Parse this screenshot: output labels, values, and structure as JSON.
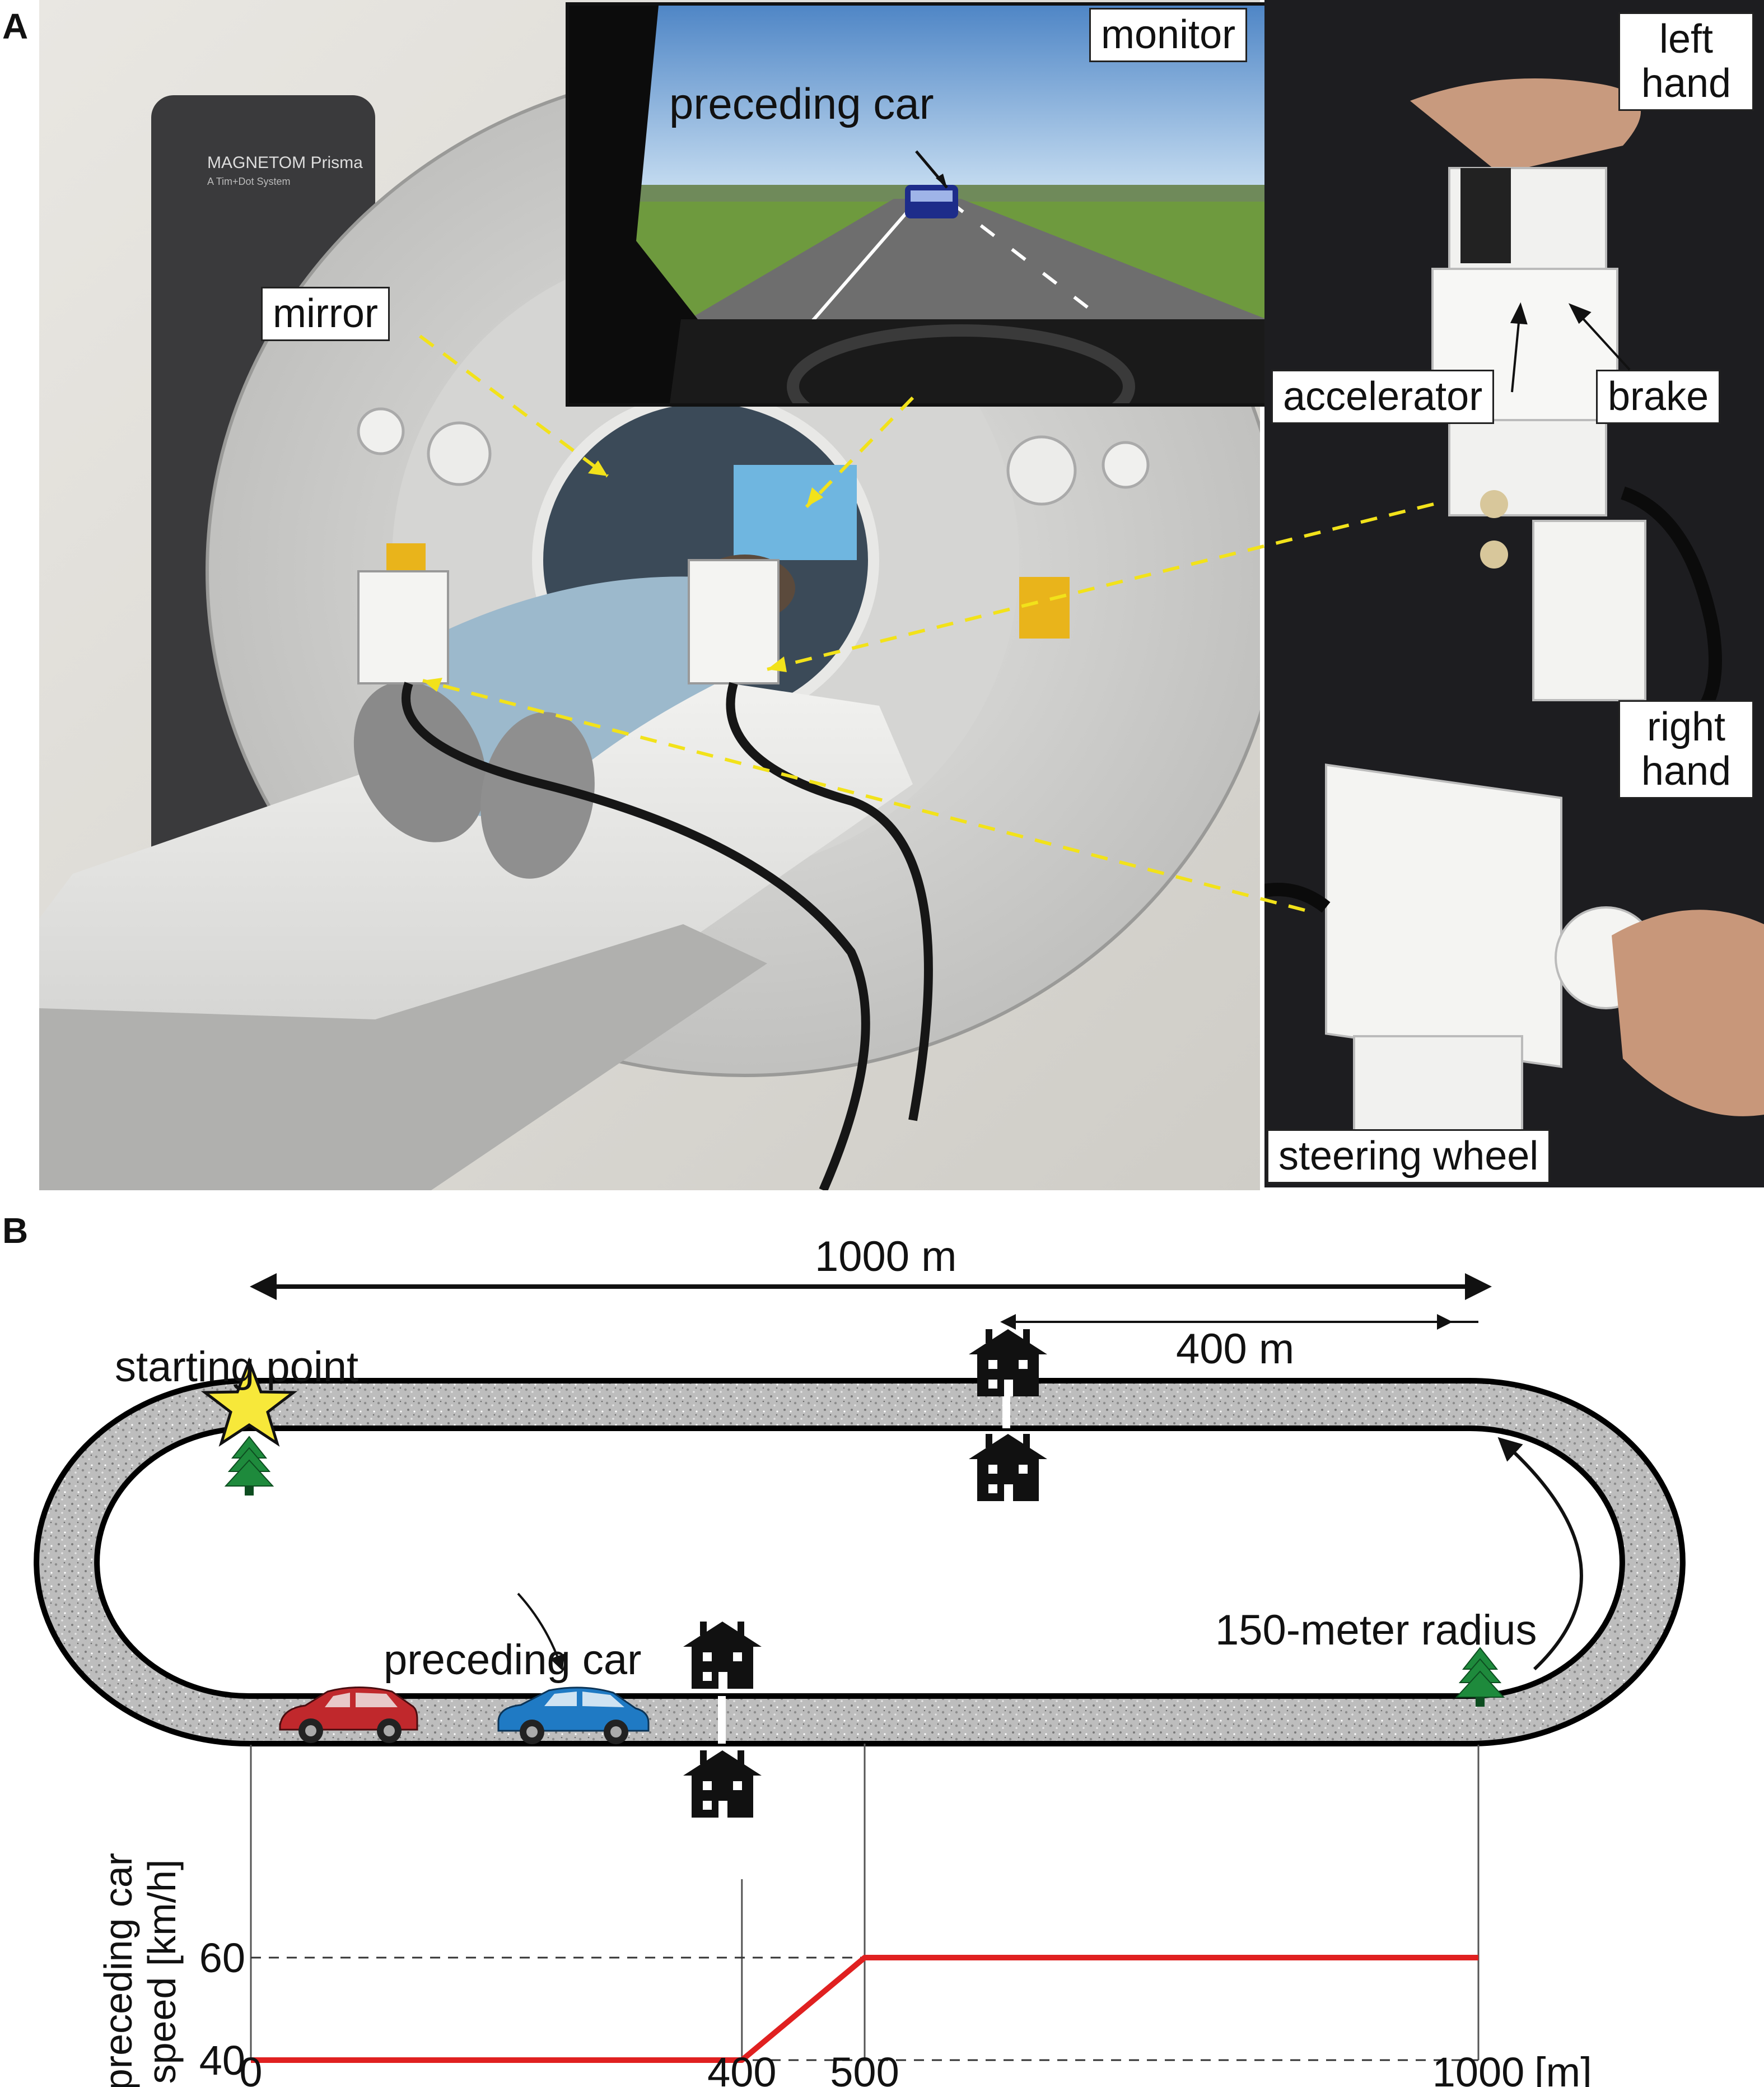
{
  "panels": {
    "a_letter": "A",
    "b_letter": "B"
  },
  "photo_labels": {
    "monitor": "monitor",
    "preceding_car": "preceding car",
    "mirror": "mirror",
    "left_hand": "left hand",
    "accelerator": "accelerator",
    "brake": "brake",
    "right_hand": "right hand",
    "steering_wheel": "steering wheel",
    "mri_brand": "MAGNETOM Prisma",
    "mri_sub": "A Tim+Dot System"
  },
  "track": {
    "total_length": "1000 m",
    "segment_length": "400 m",
    "starting_point": "starting point",
    "radius": "150-meter radius",
    "preceding_car": "preceding car"
  },
  "chart_data": {
    "type": "line",
    "ylabel": "preceding car speed [km/h]",
    "xunit": "[m]",
    "xlim": [
      0,
      1000
    ],
    "yticks": [
      40,
      60
    ],
    "ytick_labels": [
      "40",
      "60"
    ],
    "xticks": [
      0,
      400,
      500,
      1000
    ],
    "xtick_labels": [
      "0",
      "400",
      "500",
      "1000"
    ],
    "series": [
      {
        "x": [
          0,
          400,
          500,
          1000
        ],
        "y": [
          40,
          40,
          60,
          60
        ],
        "color": "#e02020"
      }
    ],
    "reference_lines": [
      40,
      60
    ]
  },
  "colors": {
    "track_fill": "#b8b8b8",
    "star": "#f7e83a",
    "tree": "#1e8a3c",
    "red_car": "#c0282c",
    "blue_car": "#1f7ac4",
    "speed_line": "#e02020",
    "guide_dash": "#f2e21a"
  }
}
